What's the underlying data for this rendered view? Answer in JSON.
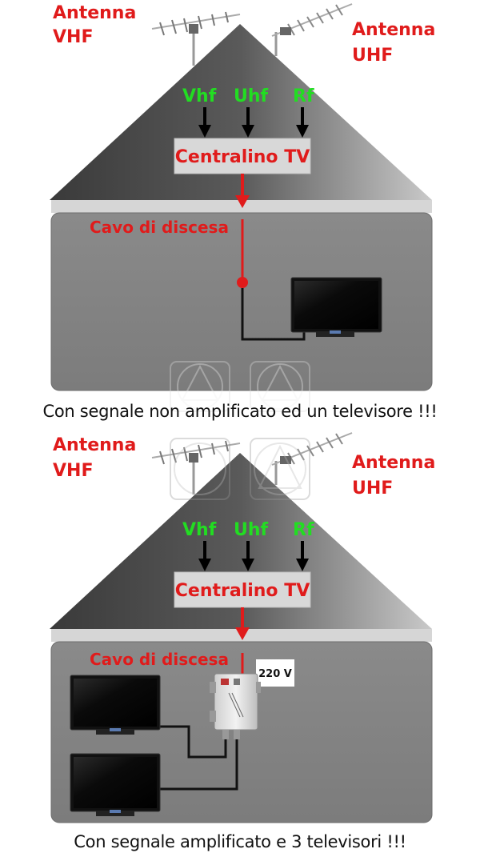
{
  "top": {
    "antenna_left": [
      "Antenna",
      "VHF"
    ],
    "antenna_right": [
      "Antenna",
      "UHF"
    ],
    "signals": [
      "Vhf",
      "Uhf",
      "Rf"
    ],
    "centralino": "Centralino TV",
    "cavo": "Cavo di discesa",
    "caption": "Con segnale non amplificato ed un televisore !!!"
  },
  "bottom": {
    "antenna_left": [
      "Antenna",
      "VHF"
    ],
    "antenna_right": [
      "Antenna",
      "UHF"
    ],
    "signals": [
      "Vhf",
      "Uhf",
      "Rf"
    ],
    "centralino": "Centralino TV",
    "cavo": "Cavo di discesa",
    "voltage": "220 V",
    "caption": "Con segnale amplificato e 3 televisori !!!"
  },
  "colors": {
    "label_red": "#e01b1b",
    "signal_green": "#22dd22",
    "cable_red": "#e01b1b",
    "wall_gray": "#808080"
  },
  "icons": [
    "vhf-antenna-icon",
    "uhf-antenna-icon",
    "tv-icon",
    "amplifier-icon",
    "watermark-logo-icon"
  ]
}
